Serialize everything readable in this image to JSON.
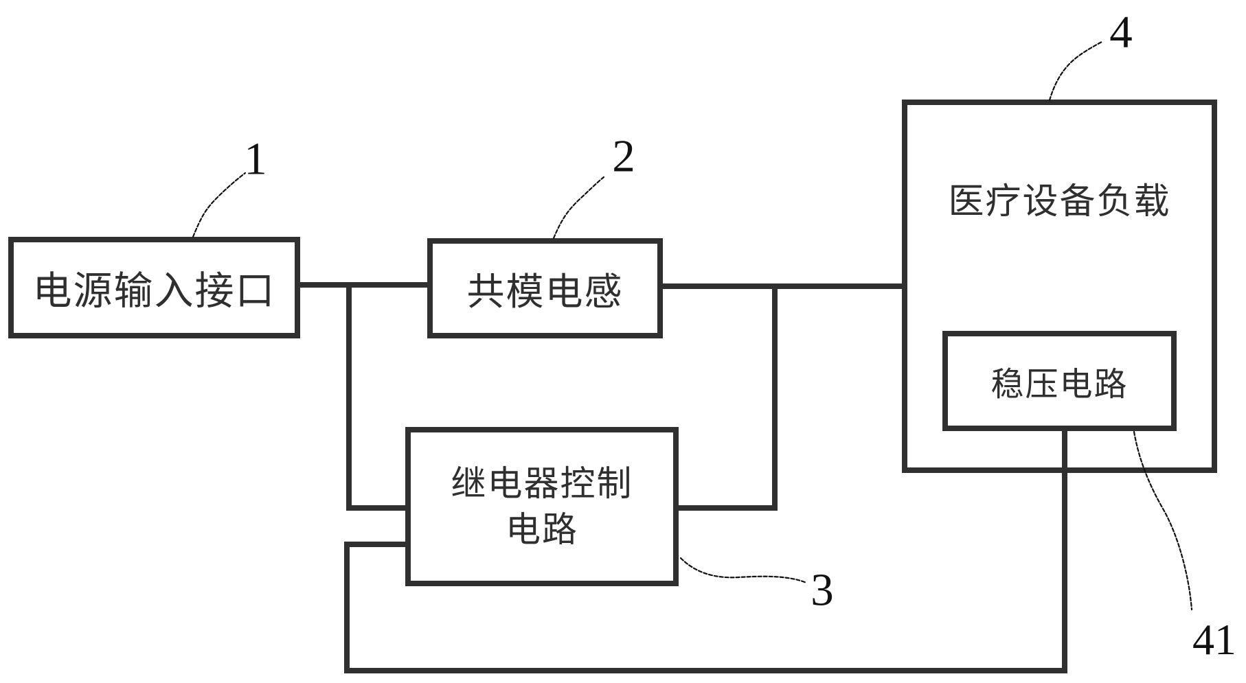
{
  "figure": {
    "background": "#ffffff",
    "line_color": "#303030",
    "text_color": "#2f2f2f",
    "numeral_color": "#111111"
  },
  "blocks": {
    "power_input": {
      "label": "电源输入接口"
    },
    "common_mode_inductor": {
      "label": "共模电感"
    },
    "relay_control": {
      "label_line1": "继电器控制",
      "label_line2": "电路"
    },
    "medical_load": {
      "label": "医疗设备负载"
    },
    "voltage_regulator": {
      "label": "稳压电路"
    }
  },
  "reference_numerals": {
    "power_input": "1",
    "common_mode_inductor": "2",
    "relay_control": "3",
    "medical_load": "4",
    "voltage_regulator": "41"
  }
}
